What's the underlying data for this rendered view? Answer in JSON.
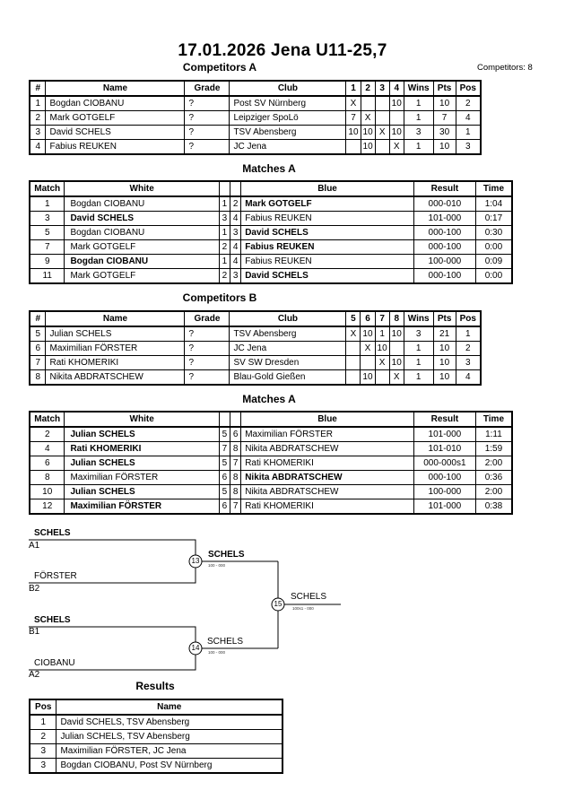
{
  "title": "17.01.2026  Jena   U11-25,7",
  "competitors_count": "Competitors: 8",
  "competitors_a": {
    "heading": "Competitors A",
    "columns": [
      "#",
      "Name",
      "Grade",
      "Club",
      "1",
      "2",
      "3",
      "4",
      "Wins",
      "Pts",
      "Pos"
    ],
    "rows": [
      [
        "1",
        "Bogdan CIOBANU",
        "?",
        "Post SV Nürnberg",
        "X",
        "",
        "",
        "10",
        "1",
        "10",
        "2"
      ],
      [
        "2",
        "Mark GOTGELF",
        "?",
        "Leipziger SpoLö",
        "7",
        "X",
        "",
        "",
        "1",
        "7",
        "4"
      ],
      [
        "3",
        "David SCHELS",
        "?",
        "TSV Abensberg",
        "10",
        "10",
        "X",
        "10",
        "3",
        "30",
        "1"
      ],
      [
        "4",
        "Fabius REUKEN",
        "?",
        "JC Jena",
        "",
        "10",
        "",
        "X",
        "1",
        "10",
        "3"
      ]
    ]
  },
  "matches_a": {
    "heading": "Matches A",
    "columns": [
      "Match",
      "White",
      "",
      "",
      "Blue",
      "Result",
      "Time"
    ],
    "rows": [
      {
        "match": "1",
        "white": "Bogdan CIOBANU",
        "wb": false,
        "wn": "1",
        "bn": "2",
        "blue": "Mark GOTGELF",
        "bb": true,
        "result": "000-010",
        "time": "1:04"
      },
      {
        "match": "3",
        "white": "David SCHELS",
        "wb": true,
        "wn": "3",
        "bn": "4",
        "blue": "Fabius REUKEN",
        "bb": false,
        "result": "101-000",
        "time": "0:17"
      },
      {
        "match": "5",
        "white": "Bogdan CIOBANU",
        "wb": false,
        "wn": "1",
        "bn": "3",
        "blue": "David SCHELS",
        "bb": true,
        "result": "000-100",
        "time": "0:30"
      },
      {
        "match": "7",
        "white": "Mark GOTGELF",
        "wb": false,
        "wn": "2",
        "bn": "4",
        "blue": "Fabius REUKEN",
        "bb": true,
        "result": "000-100",
        "time": "0:00"
      },
      {
        "match": "9",
        "white": "Bogdan CIOBANU",
        "wb": true,
        "wn": "1",
        "bn": "4",
        "blue": "Fabius REUKEN",
        "bb": false,
        "result": "100-000",
        "time": "0:09"
      },
      {
        "match": "11",
        "white": "Mark GOTGELF",
        "wb": false,
        "wn": "2",
        "bn": "3",
        "blue": "David SCHELS",
        "bb": true,
        "result": "000-100",
        "time": "0:00"
      }
    ]
  },
  "competitors_b": {
    "heading": "Competitors B",
    "columns": [
      "#",
      "Name",
      "Grade",
      "Club",
      "5",
      "6",
      "7",
      "8",
      "Wins",
      "Pts",
      "Pos"
    ],
    "rows": [
      [
        "5",
        "Julian SCHELS",
        "?",
        "TSV Abensberg",
        "X",
        "10",
        "1",
        "10",
        "3",
        "21",
        "1"
      ],
      [
        "6",
        "Maximilian FÖRSTER",
        "?",
        "JC Jena",
        "",
        "X",
        "10",
        "",
        "1",
        "10",
        "2"
      ],
      [
        "7",
        "Rati KHOMERIKI",
        "?",
        "SV SW Dresden",
        "",
        "",
        "X",
        "10",
        "1",
        "10",
        "3"
      ],
      [
        "8",
        "Nikita ABDRATSCHEW",
        "?",
        "Blau-Gold Gießen",
        "",
        "10",
        "",
        "X",
        "1",
        "10",
        "4"
      ]
    ]
  },
  "matches_b": {
    "heading": "Matches A",
    "columns": [
      "Match",
      "White",
      "",
      "",
      "Blue",
      "Result",
      "Time"
    ],
    "rows": [
      {
        "match": "2",
        "white": "Julian SCHELS",
        "wb": true,
        "wn": "5",
        "bn": "6",
        "blue": "Maximilian FÖRSTER",
        "bb": false,
        "result": "101-000",
        "time": "1:11"
      },
      {
        "match": "4",
        "white": "Rati KHOMERIKI",
        "wb": true,
        "wn": "7",
        "bn": "8",
        "blue": "Nikita ABDRATSCHEW",
        "bb": false,
        "result": "101-010",
        "time": "1:59"
      },
      {
        "match": "6",
        "white": "Julian SCHELS",
        "wb": true,
        "wn": "5",
        "bn": "7",
        "blue": "Rati KHOMERIKI",
        "bb": false,
        "result": "000-000s1",
        "time": "2:00"
      },
      {
        "match": "8",
        "white": "Maximilian FÖRSTER",
        "wb": false,
        "wn": "6",
        "bn": "8",
        "blue": "Nikita ABDRATSCHEW",
        "bb": true,
        "result": "000-100",
        "time": "0:36"
      },
      {
        "match": "10",
        "white": "Julian SCHELS",
        "wb": true,
        "wn": "5",
        "bn": "8",
        "blue": "Nikita ABDRATSCHEW",
        "bb": false,
        "result": "100-000",
        "time": "2:00"
      },
      {
        "match": "12",
        "white": "Maximilian FÖRSTER",
        "wb": true,
        "wn": "6",
        "bn": "7",
        "blue": "Rati KHOMERIKI",
        "bb": false,
        "result": "101-000",
        "time": "0:38"
      }
    ]
  },
  "bracket": {
    "sf1_top_name": "SCHELS",
    "sf1_top_seed": "A1",
    "sf1_bottom_name": "FÖRSTER",
    "sf1_bottom_seed": "B2",
    "sf1_match": "13",
    "sf1_winner": "SCHELS",
    "sf1_score": "100 - 000",
    "sf2_top_name": "SCHELS",
    "sf2_top_seed": "B1",
    "sf2_bottom_name": "CIOBANU",
    "sf2_bottom_seed": "A2",
    "sf2_match": "14",
    "sf2_winner": "SCHELS",
    "sf2_score": "100 - 000",
    "final_match": "15",
    "final_winner": "SCHELS",
    "final_score": "100s1 - 000"
  },
  "results": {
    "heading": "Results",
    "columns": [
      "Pos",
      "Name"
    ],
    "rows": [
      [
        "1",
        "David SCHELS, TSV Abensberg"
      ],
      [
        "2",
        "Julian SCHELS, TSV Abensberg"
      ],
      [
        "3",
        "Maximilian FÖRSTER, JC Jena"
      ],
      [
        "3",
        "Bogdan CIOBANU, Post SV Nürnberg"
      ]
    ]
  }
}
